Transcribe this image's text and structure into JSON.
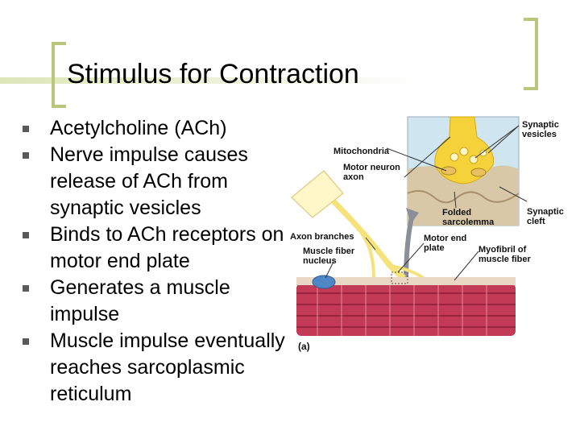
{
  "slide": {
    "title": "Stimulus for Contraction",
    "bullets": [
      "Acetylcholine (ACh)",
      "Nerve impulse causes release of ACh from synaptic vesicles",
      "Binds to ACh receptors on motor end plate",
      "Generates a muscle impulse",
      "Muscle impulse eventually reaches sarcoplasmic reticulum"
    ]
  },
  "figure": {
    "labels": {
      "synaptic_vesicles": "Synaptic vesicles",
      "mitochondria": "Mitochondria",
      "motor_neuron_axon": "Motor neuron axon",
      "folded_sarcolemma": "Folded sarcolemma",
      "synaptic_cleft": "Synaptic cleft",
      "axon_branches": "Axon branches",
      "muscle_fiber_nucleus": "Muscle fiber nucleus",
      "motor_end_plate": "Motor end plate",
      "myofibril": "Myofibril of muscle fiber",
      "panel": "(a)"
    },
    "colors": {
      "accent_bracket": "#b8c77a",
      "axon": "#f5e27a",
      "muscle": "#c23a55",
      "nucleus": "#4f86c6",
      "synapse_bg": "#cfe5f0"
    }
  }
}
